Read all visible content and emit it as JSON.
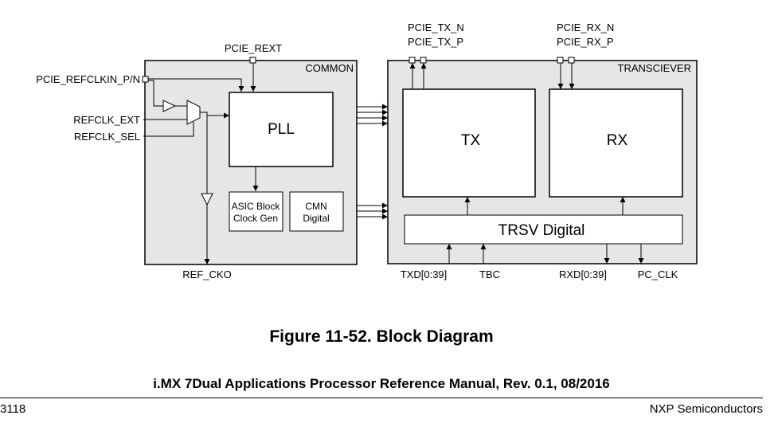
{
  "diagram": {
    "common_label": "COMMON",
    "transceiver_label": "TRANSCIEVER",
    "pll": "PLL",
    "asic_line1": "ASIC Block",
    "asic_line2": "Clock Gen",
    "cmn_line1": "CMN",
    "cmn_line2": "Digital",
    "tx": "TX",
    "rx": "RX",
    "trsv_digital": "TRSV Digital",
    "pins": {
      "pcie_rext": "PCIE_REXT",
      "pcie_refclkin": "PCIE_REFCLKIN_P/N",
      "refclk_ext": "REFCLK_EXT",
      "refclk_sel": "REFCLK_SEL",
      "ref_cko": "REF_CKO",
      "pcie_tx_n": "PCIE_TX_N",
      "pcie_tx_p": "PCIE_TX_P",
      "pcie_rx_n": "PCIE_RX_N",
      "pcie_rx_p": "PCIE_RX_P",
      "txd": "TXD[0:39]",
      "tbc": "TBC",
      "rxd": "RXD[0:39]",
      "pc_clk": "PC_CLK"
    }
  },
  "caption": "Figure 11-52. Block Diagram",
  "document_title": "i.MX 7Dual Applications Processor Reference Manual, Rev. 0.1, 08/2016",
  "page_number": "3118",
  "company": "NXP Semiconductors"
}
